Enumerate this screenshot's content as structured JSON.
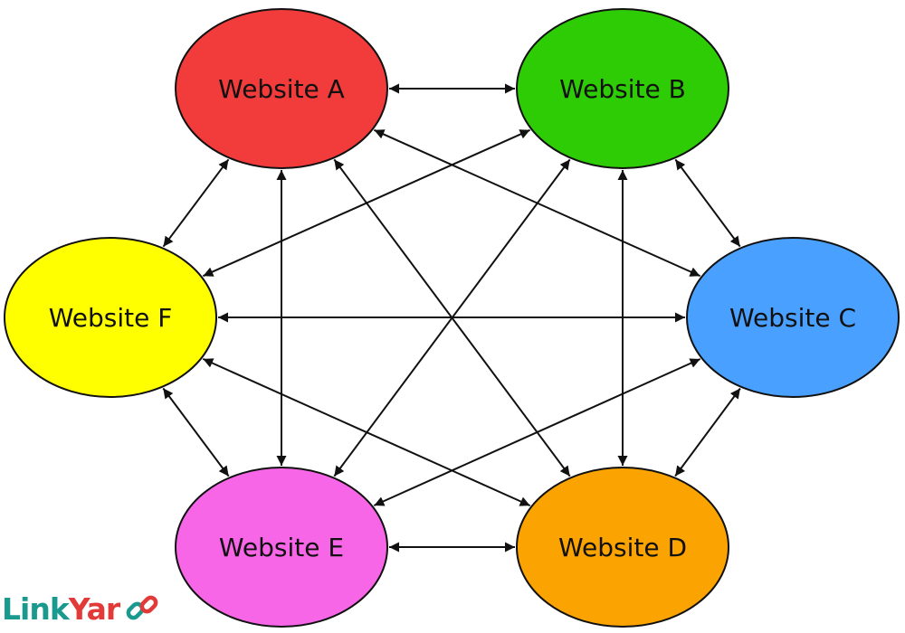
{
  "nodes": [
    {
      "id": "A",
      "label": "Website A",
      "color": "#f23b3b"
    },
    {
      "id": "B",
      "label": "Website B",
      "color": "#2ecc05"
    },
    {
      "id": "C",
      "label": "Website C",
      "color": "#4aa0ff"
    },
    {
      "id": "D",
      "label": "Website D",
      "color": "#fba300"
    },
    {
      "id": "E",
      "label": "Website E",
      "color": "#f666e6"
    },
    {
      "id": "F",
      "label": "Website F",
      "color": "#ffff00"
    }
  ],
  "edges": [
    [
      "A",
      "B"
    ],
    [
      "A",
      "C"
    ],
    [
      "A",
      "D"
    ],
    [
      "A",
      "E"
    ],
    [
      "A",
      "F"
    ],
    [
      "B",
      "C"
    ],
    [
      "B",
      "D"
    ],
    [
      "B",
      "E"
    ],
    [
      "B",
      "F"
    ],
    [
      "C",
      "D"
    ],
    [
      "C",
      "E"
    ],
    [
      "C",
      "F"
    ],
    [
      "D",
      "E"
    ],
    [
      "D",
      "F"
    ],
    [
      "E",
      "F"
    ]
  ],
  "edge_style": "bidirectional-arrow",
  "logo": {
    "text_part1": "Link",
    "text_part2": "Yar",
    "color_part1": "#1a9a8e",
    "color_part2": "#e23a39",
    "icon": "chain-link-icon"
  }
}
